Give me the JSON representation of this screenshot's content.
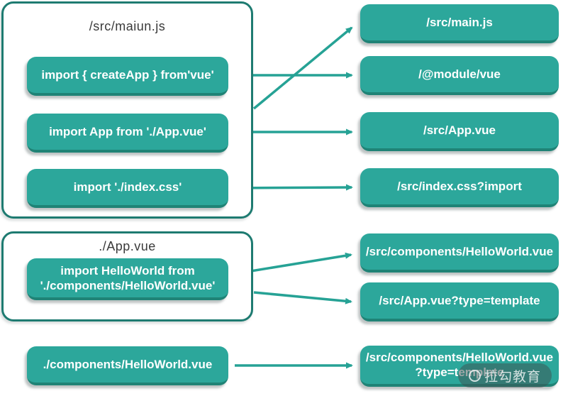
{
  "colors": {
    "node_fill": "#2ca79b",
    "node_edge": "#1f8376",
    "group_border": "#1e7b71",
    "arrow": "#26a295",
    "title_text": "#3a3a3a",
    "node_text": "#ffffff"
  },
  "groups": [
    {
      "title": "/src/maiun.js",
      "items": [
        "import { createApp } from'vue'",
        "import App from './App.vue'",
        "import './index.css'"
      ]
    },
    {
      "title": "./App.vue",
      "items": [
        "import HelloWorld from\n'./components/HelloWorld.vue'"
      ]
    }
  ],
  "standalone_item": "./components/HelloWorld.vue",
  "resolved": [
    "/src/main.js",
    "/@module/vue",
    "/src/App.vue",
    "/src/index.css?import",
    "/src/components/HelloWorld.vue",
    "/src/App.vue?type=template",
    "/src/components/HelloWorld.vue\n?type=template"
  ],
  "watermark": "拉勾教育"
}
